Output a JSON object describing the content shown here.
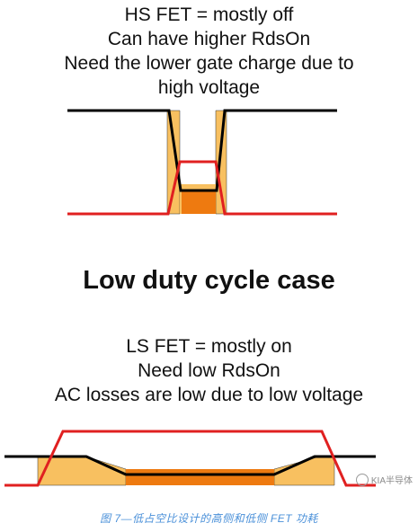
{
  "top_text": {
    "line1": "HS FET = mostly off",
    "line2": "Can have higher RdsOn",
    "line3": "Need the lower gate charge due to",
    "line4": "high voltage"
  },
  "middle_title": "Low duty cycle case",
  "bottom_text": {
    "line1": "LS FET = mostly on",
    "line2": "Need low RdsOn",
    "line3": "AC losses are low due to low voltage"
  },
  "caption": "图 7—低占空比设计的高侧和低侧 FET 功耗",
  "watermark": "KIA半导体",
  "colors": {
    "voltage_trace": "#000000",
    "current_trace": "#e02020",
    "loss_light": "#f8c060",
    "loss_dark": "#ee7a10",
    "caption": "#4a90d9"
  }
}
